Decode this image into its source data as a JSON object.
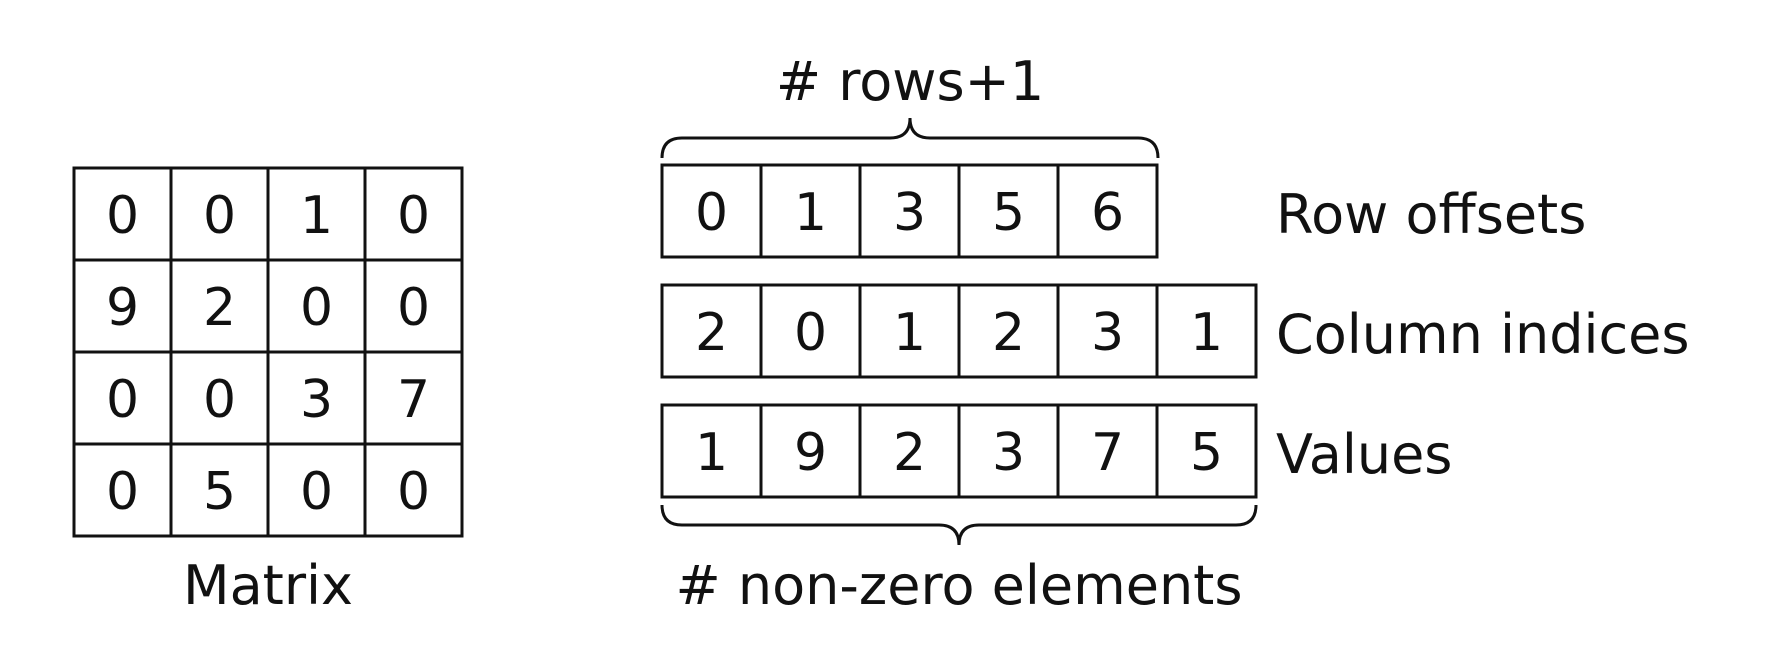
{
  "matrix": {
    "caption": "Matrix",
    "rows": [
      [
        "0",
        "0",
        "1",
        "0"
      ],
      [
        "9",
        "2",
        "0",
        "0"
      ],
      [
        "0",
        "0",
        "3",
        "7"
      ],
      [
        "0",
        "5",
        "0",
        "0"
      ]
    ]
  },
  "csr": {
    "top_brace_label": "# rows+1",
    "bottom_brace_label": "# non-zero elements",
    "arrays": [
      {
        "label": "Row offsets",
        "values": [
          "0",
          "1",
          "3",
          "5",
          "6"
        ]
      },
      {
        "label": "Column indices",
        "values": [
          "2",
          "0",
          "1",
          "2",
          "3",
          "1"
        ]
      },
      {
        "label": "Values",
        "values": [
          "1",
          "9",
          "2",
          "3",
          "7",
          "5"
        ]
      }
    ]
  }
}
